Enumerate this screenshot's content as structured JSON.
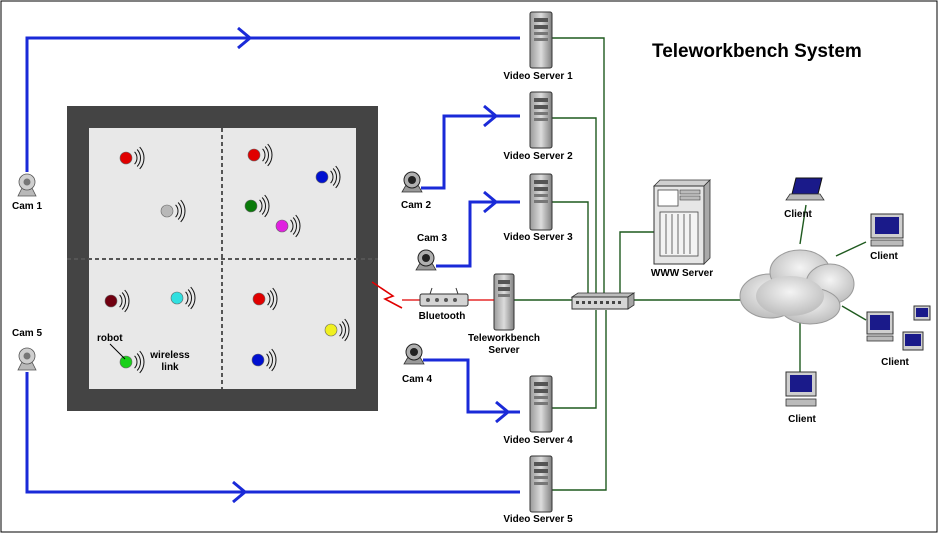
{
  "title": "Teleworkbench System",
  "cameras": {
    "cam1": "Cam 1",
    "cam2": "Cam 2",
    "cam3": "Cam 3",
    "cam4": "Cam 4",
    "cam5": "Cam 5"
  },
  "servers": {
    "video1": "Video Server 1",
    "video2": "Video Server 2",
    "video3": "Video Server 3",
    "video4": "Video Server 4",
    "video5": "Video Server 5",
    "teleworkbench_line1": "Teleworkbench",
    "teleworkbench_line2": "Server",
    "www": "WWW Server"
  },
  "devices": {
    "bluetooth": "Bluetooth"
  },
  "arena": {
    "robot_label": "robot",
    "wireless_line1": "wireless",
    "wireless_line2": "link",
    "robot_colors": [
      "#e00000",
      "#e00000",
      "#0010d0",
      "#b8b8b8",
      "#0a7a0a",
      "#e020e0",
      "#700010",
      "#30e0e0",
      "#e00000",
      "#f0f020",
      "#18d018",
      "#0010d0"
    ]
  },
  "clients": {
    "label": "Client"
  },
  "colors": {
    "camera_link": "#1a2ad8",
    "network_link": "#1f5a1f",
    "radio_link": "#e00000",
    "arena_frame": "#444444",
    "arena_floor": "#e8e8e8"
  }
}
